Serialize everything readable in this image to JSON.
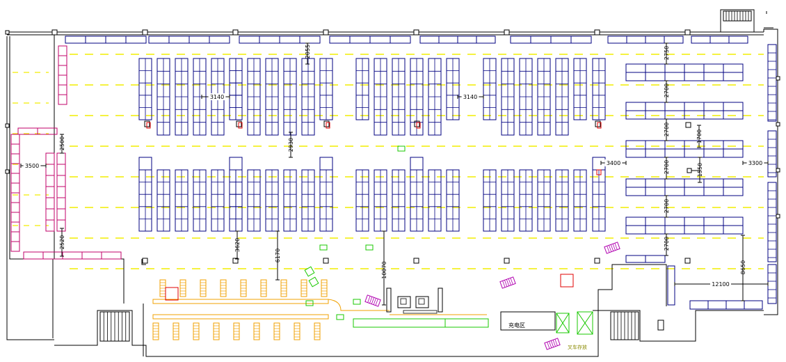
{
  "drawing": {
    "dimensions": {
      "top_aisle_2055": "2055",
      "aisle_left_3140": "3140",
      "aisle_right_3140": "3140",
      "left_zone_2500": "2500",
      "left_zone_3500": "3500",
      "left_zone_2520": "2520",
      "mid_2930": "2930",
      "mid_3620": "3620",
      "mid_6170": "6170",
      "mid_10070": "10070",
      "right_2750": "2750",
      "right_2700_a": "2700",
      "right_2700_b": "2700",
      "right_2700_c": "2700",
      "right_2700_d": "2700",
      "right_2700_e": "2700",
      "right_1700": "1700",
      "right_1550": "1550",
      "right_3400": "3400",
      "right_3300": "3300",
      "right_8650": "8650",
      "right_12100": "12100"
    },
    "labels": {
      "charging_area": "充电区",
      "equipment_area": "叉车存放"
    },
    "colors": {
      "wall": "#000000",
      "rack": "#000080",
      "aisle_line": "#f2ee00",
      "left_rack": "#c0006a",
      "marker": "#e00000",
      "conveyor": "#f0a000",
      "green_equipment": "#19c800",
      "magenta_equipment": "#b000b0",
      "olive_text": "#8a8a00"
    }
  }
}
